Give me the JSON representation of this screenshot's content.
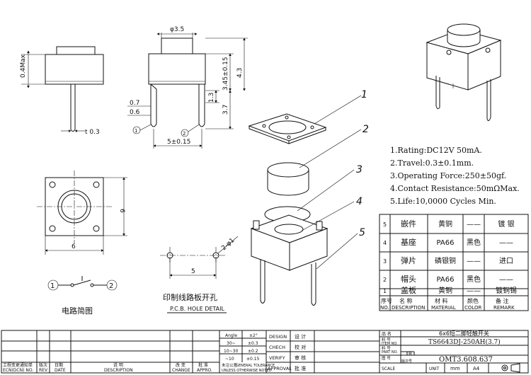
{
  "dims": {
    "dia_35": "φ3.5",
    "h_04max": "0.4Max",
    "h_43": "4.3",
    "h_345": "3.45±0.15",
    "h_13": "1.3",
    "h_37": "3.7",
    "d_07": "0.7",
    "d_06": "0.6",
    "t_03": "t 0.3",
    "w_5": "5±0.15",
    "w_6": "6",
    "h_6": "6",
    "hole_5": "5",
    "hole_d": "2-φ1"
  },
  "pins": {
    "p1": "1",
    "p2": "2"
  },
  "circuit": {
    "n1": "1",
    "n2": "2",
    "label": "电路简图"
  },
  "pcb": {
    "cn": "印制线路板开孔",
    "en": "P.C.B.  HOLE DETAIL"
  },
  "callouts": [
    "1",
    "2",
    "3",
    "4",
    "5"
  ],
  "specs": [
    "1.Rating:DC12V 50mA.",
    "2.Travel:0.3±0.1mm.",
    "3.Operating Force:250±50gf.",
    "4.Contact Resistance:50mΩMax.",
    "5.Life:10,0000 Cycles Min."
  ],
  "parts_rows": [
    {
      "no": "5",
      "desc": "嵌件",
      "material": "黄铜",
      "color": "——",
      "remark": "镀 银"
    },
    {
      "no": "4",
      "desc": "基座",
      "material": "PA66",
      "color": "黑色",
      "remark": "——"
    },
    {
      "no": "3",
      "desc": "弹片",
      "material": "磷银铜",
      "color": "——",
      "remark": "进口"
    },
    {
      "no": "2",
      "desc": "帽头",
      "material": "PA66",
      "color": "黑色",
      "remark": "——"
    },
    {
      "no": "1",
      "desc": "盖板",
      "material": "黄铜",
      "color": "——",
      "remark": "镀铜锡"
    }
  ],
  "parts_header": {
    "no_cn": "序号",
    "no_en": "NO.",
    "desc_cn": "名    称",
    "desc_en": "DESCRIPTION",
    "mat_cn": "材    料",
    "mat_en": "MATERIAL",
    "col_cn": "颜色",
    "col_en": "COLOR",
    "rem_cn": "备    注",
    "rem_en": "REMARK"
  },
  "tolerance": {
    "angle_label": "Angle",
    "angle_val": "±2°",
    "rows": [
      {
        "range": "30~",
        "val": "±0.3"
      },
      {
        "range": "10~30",
        "val": "±0.2"
      },
      {
        "range": "~10",
        "val": "±0.15"
      }
    ],
    "note_cn": "未注公差",
    "note_en1": "GENERAL TOLERANCE",
    "note_en2": "UNLESS OTHERWISE NOTED"
  },
  "approval": [
    {
      "en": "DESIGN",
      "cn": "设  计"
    },
    {
      "en": "CHECH",
      "cn": "校  对"
    },
    {
      "en": "VERIFY",
      "cn": "审  核"
    },
    {
      "en": "APPROVAL",
      "cn": "批  准"
    }
  ],
  "title_block": {
    "name_label": "品  名",
    "name": "6x6短二脚轻触开关",
    "item_label1": "料  号",
    "item_label2": "ITEM NO.",
    "item": "TS6643DJ-250AH(3.7)",
    "part_label1": "料  号",
    "part_label2": "PART NO.",
    "drawing_label": "图  号",
    "ver_label": "版次号",
    "ver": "B",
    "drawing_no": "OMT3.608.637",
    "scale_label": "SCALE",
    "unit_label": "UNIT",
    "unit": "mm",
    "size": "A4"
  },
  "revision": {
    "ecn_cn": "工程变更通知单",
    "ecn_en": "ECN(DCN) NO.",
    "rev_cn": "版次",
    "rev_en": "REV",
    "date_cn": "日期",
    "date_en": "DATE",
    "desc_cn": "说  明",
    "desc_en": "DESCRIPTION",
    "change_cn": "改  变",
    "change_en": "CHANGE",
    "appro_cn": "批  准",
    "appro_en": "APPRO."
  }
}
